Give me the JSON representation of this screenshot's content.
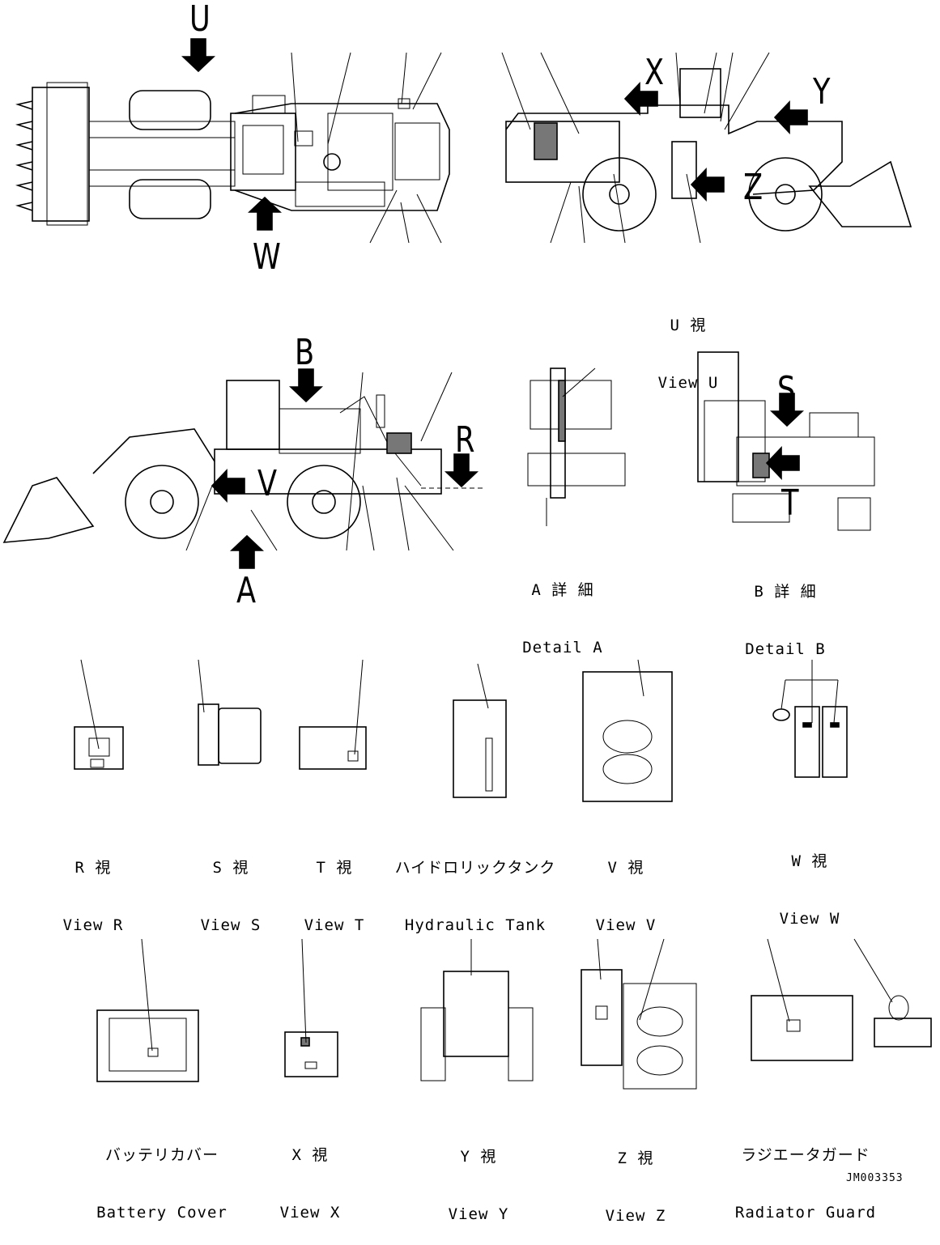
{
  "arrow_letters": {
    "U": "U",
    "W": "W",
    "X": "X",
    "Y": "Y",
    "Z": "Z",
    "B": "B",
    "R": "R",
    "V": "V",
    "A": "A",
    "S": "S",
    "T": "T"
  },
  "captions": {
    "view_u": {
      "jp": "U 視",
      "en": "View U"
    },
    "detail_a": {
      "jp": "A 詳 細",
      "en": "Detail A"
    },
    "detail_b": {
      "jp": "B 詳 細",
      "en": "Detail B"
    },
    "view_r": {
      "jp": "R 視",
      "en": "View R"
    },
    "view_s": {
      "jp": "S 視",
      "en": "View S"
    },
    "view_t": {
      "jp": "T 視",
      "en": "View T"
    },
    "hydraulic_tank": {
      "jp": "ハイドロリックタンク",
      "en": "Hydraulic Tank"
    },
    "view_v": {
      "jp": "V 視",
      "en": "View V"
    },
    "view_w": {
      "jp": "W 視",
      "en": "View W"
    },
    "battery_cover": {
      "jp": "バッテリカバー",
      "en": "Battery Cover"
    },
    "view_x": {
      "jp": "X 視",
      "en": "View X"
    },
    "view_y": {
      "jp": "Y 視",
      "en": "View Y"
    },
    "view_z": {
      "jp": "Z 視",
      "en": "View Z"
    },
    "radiator_guard": {
      "jp": "ラジエータガード",
      "en": "Radiator Guard"
    }
  },
  "drawing_code": "JM003353",
  "colors": {
    "ink": "#000000",
    "paper": "#ffffff"
  }
}
